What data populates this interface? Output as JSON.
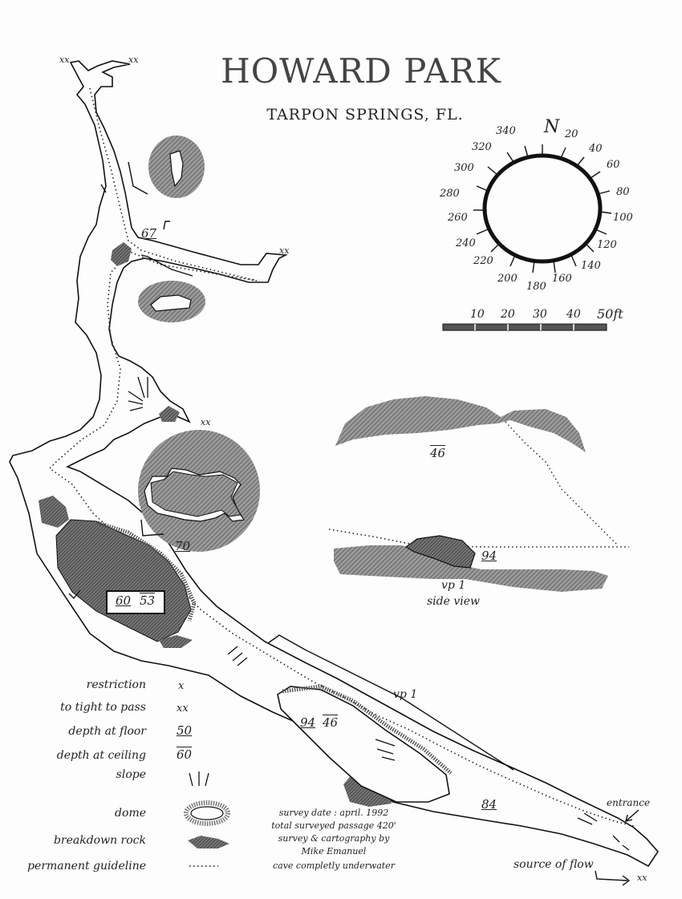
{
  "header": {
    "title": "HOWARD PARK",
    "subtitle": "TARPON SPRINGS, FL."
  },
  "compass": {
    "north_label": "N",
    "bearings": [
      "340",
      "20",
      "40",
      "60",
      "80",
      "100",
      "120",
      "140",
      "160",
      "180",
      "200",
      "220",
      "240",
      "260",
      "280",
      "300",
      "320"
    ]
  },
  "scale_bar": {
    "ticks": [
      "10",
      "20",
      "30",
      "40",
      "50ft"
    ]
  },
  "depth_labels": {
    "d67": "67",
    "d70": "70",
    "d60": "60",
    "d53": "53",
    "d94a": "94",
    "d46a": "46",
    "d84": "84",
    "d46b": "46",
    "d94b": "94"
  },
  "markers": {
    "xx": "xx"
  },
  "side_view": {
    "vp_label": "vp 1",
    "caption": "side view"
  },
  "map_labels": {
    "vp1": "vp 1",
    "entrance": "entrance",
    "source": "source of flow"
  },
  "legend": {
    "items": [
      {
        "label": "restriction",
        "symbol": "x"
      },
      {
        "label": "to tight to pass",
        "symbol": "xx"
      },
      {
        "label": "depth at floor",
        "symbol": "50"
      },
      {
        "label": "depth at ceiling",
        "symbol": "60"
      },
      {
        "label": "slope",
        "symbol": ""
      },
      {
        "label": "dome",
        "symbol": ""
      },
      {
        "label": "breakdown rock",
        "symbol": ""
      },
      {
        "label": "permanent guideline",
        "symbol": ""
      }
    ]
  },
  "credits": {
    "line1": "survey date : april. 1992",
    "line2": "total surveyed passage 420'",
    "line3": "survey & cartography by",
    "line4": "Mike Emanuel",
    "line5": "cave completly underwater"
  }
}
